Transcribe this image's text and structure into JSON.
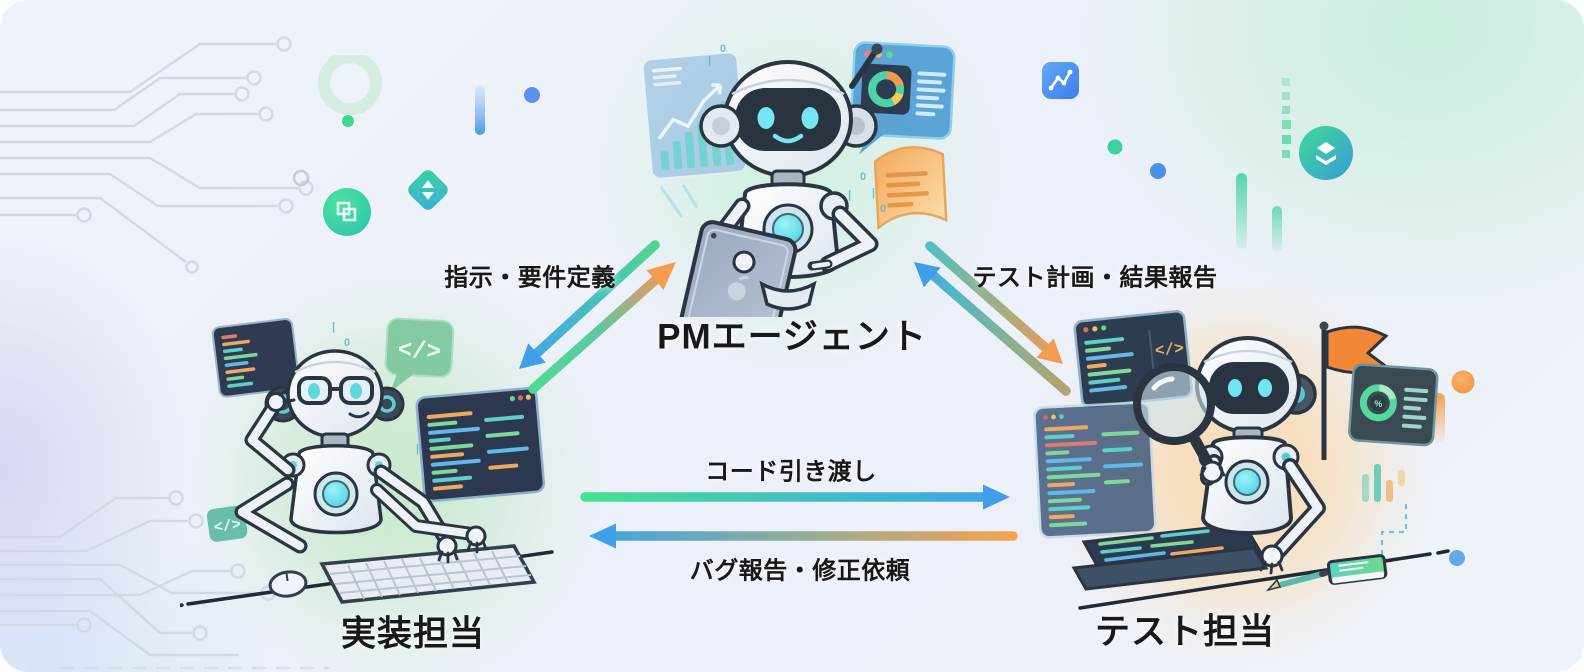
{
  "diagram_title": "",
  "nodes": {
    "pm": {
      "label": "PMエージェント",
      "role": "pm-agent"
    },
    "impl": {
      "label": "実装担当",
      "role": "implementation-agent"
    },
    "test": {
      "label": "テスト担当",
      "role": "test-agent"
    }
  },
  "edges": {
    "pm_impl": {
      "label": "指示・要件定義",
      "direction": "bidirectional"
    },
    "pm_test": {
      "label": "テスト計画・結果報告",
      "direction": "bidirectional"
    },
    "impl_to_test": {
      "label": "コード引き渡し",
      "direction": "impl-to-test"
    },
    "test_to_impl": {
      "label": "バグ報告・修正依頼",
      "direction": "test-to-impl"
    }
  },
  "icons": [
    "line-chart-app-icon",
    "layers-icon",
    "sort-diamond-icon",
    "overlapping-squares-icon",
    "code-bubble-icon",
    "magnifier-icon",
    "flag-icon",
    "circuit-traces"
  ],
  "colors": {
    "background": "#edf1f8",
    "mint_accent": "#c7eeda",
    "lavender_accent": "#d5d5f3",
    "arrow_green": "#4ade8c",
    "arrow_blue": "#3fa3e6",
    "arrow_orange": "#f49c4e",
    "arrow_teal": "#53bfae",
    "label_text": "#17181a",
    "robot_outline": "#2b3542",
    "robot_body": "#f2f5f8",
    "accent_cyan": "#6fe0ea",
    "screen_dark": "#2d3a52",
    "code_orange": "#f0a860",
    "code_green": "#7ed89a",
    "code_blue": "#64b8e8",
    "code_teal": "#5fd0c8",
    "flag_orange": "#f08838"
  }
}
